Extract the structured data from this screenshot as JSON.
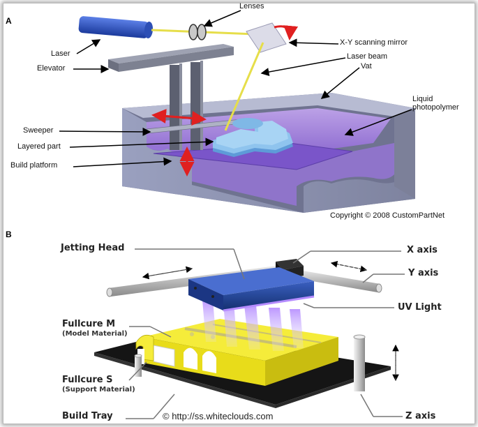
{
  "panel_a": {
    "letter": "A",
    "labels": {
      "lenses": "Lenses",
      "laser": "Laser",
      "xy_mirror": "X-Y scanning mirror",
      "laser_beam": "Laser beam",
      "elevator": "Elevator",
      "vat": "Vat",
      "liquid_1": "Liquid",
      "liquid_2": "photopolymer",
      "sweeper": "Sweeper",
      "layered_part": "Layered part",
      "build_platform": "Build platform"
    },
    "copyright": "Copyright © 2008 CustomPartNet"
  },
  "panel_b": {
    "letter": "B",
    "labels": {
      "jetting_head": "Jetting Head",
      "x_axis": "X axis",
      "y_axis": "Y axis",
      "uv_light": "UV Light",
      "fullcure_m": "Fullcure M",
      "model_material": "(Model Material)",
      "fullcure_s": "Fullcure S",
      "support_material": "(Support Material)",
      "build_tray": "Build Tray",
      "z_axis": "Z axis"
    },
    "credit": "© http://ss.whiteclouds.com"
  },
  "colors": {
    "vat": "#8a8ea8",
    "liquid": "#a98be0",
    "part": "#7fb8e6",
    "laser": "#2a4fc0",
    "beam": "#e8e060",
    "arrow_red": "#e02020",
    "jet_head": "#1e3f8f",
    "yellow_block": "#f0e020",
    "tray": "#1a1a1a"
  }
}
